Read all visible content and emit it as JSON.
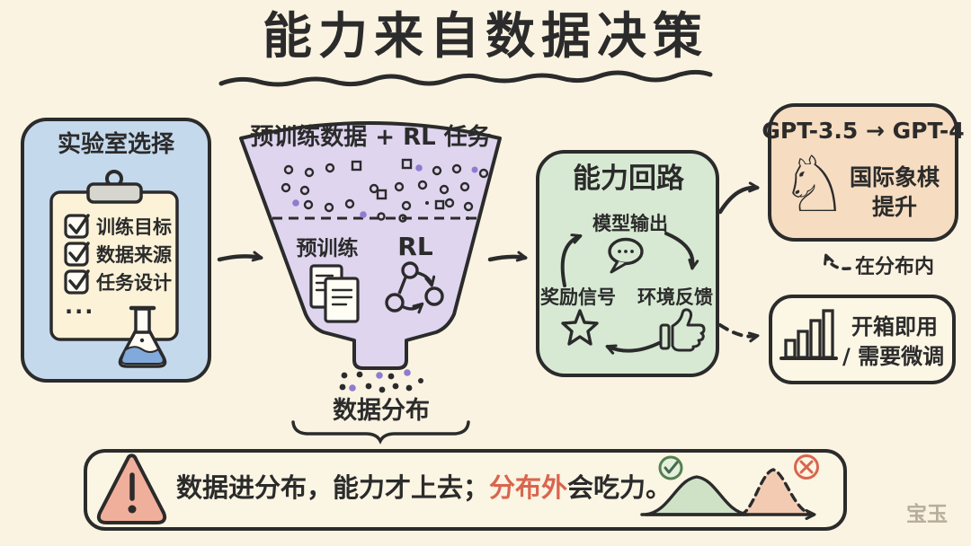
{
  "title": "能力来自数据决策",
  "lab_box": {
    "title": "实验室选择",
    "items": [
      "训练目标",
      "数据来源",
      "任务设计"
    ],
    "ellipsis": "..."
  },
  "funnel": {
    "header": "预训练数据 + RL 任务",
    "pretrain_label": "预训练",
    "rl_label": "RL",
    "output_label": "数据分布"
  },
  "loop_box": {
    "title": "能力回路",
    "top_label": "模型输出",
    "left_label": "奖励信号",
    "right_label": "环境反馈"
  },
  "chess_box": {
    "header": "GPT-3.5 → GPT-4",
    "caption_line1": "国际象棋",
    "caption_line2": "提升",
    "note": "在分布内"
  },
  "usage_box": {
    "line1": "开箱即用",
    "line2": "/ 需要微调"
  },
  "warning_bar": {
    "text_normal": "数据进分布，能力才上去；",
    "text_highlight": "分布外",
    "text_tail": "会吃力。"
  },
  "watermark": "宝玉",
  "icons": {
    "knight_glyph": "♘",
    "names": [
      "clipboard-icon",
      "checkbox-icon",
      "flask-icon",
      "documents-icon",
      "rl-graph-icon",
      "speech-bubble-icon",
      "star-icon",
      "thumbs-up-icon",
      "knight-icon",
      "bar-chart-icon",
      "warning-icon",
      "check-circle-icon",
      "x-circle-icon"
    ]
  },
  "colors": {
    "background": "#FAF3E2",
    "ink": "#2B2B2B",
    "lab_blue": "#C5D9ED",
    "funnel_purple": "#DFD5EF",
    "loop_green": "#D7E9D3",
    "chess_orange": "#F6DCC0",
    "purple_dot": "#8E7CD0",
    "alert_red": "#D9654F",
    "triangle_fill": "#F0AF9A",
    "in_dist_green": "#CFE2C6",
    "out_dist_orange": "#F2CBB2",
    "flask_liquid": "#82A9DB"
  }
}
